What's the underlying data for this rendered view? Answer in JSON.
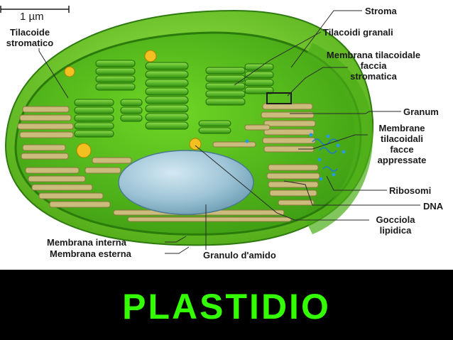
{
  "title": "PLASTIDIO",
  "colors": {
    "banner_bg": "#000000",
    "title_text": "#33ff00",
    "outer_membrane": "#7ed321",
    "stroma": "#5cc21a",
    "thylakoid": "#3da818",
    "lamella": "#c8b878",
    "starch": "#9ec4d6",
    "lipid_droplet": "#f2c020",
    "dna_ribosome": "#1a7ad0"
  },
  "scale_bar": "1 µm",
  "labels": {
    "tilacoide_stromatico": "Tilacoide stromatico",
    "stroma": "Stroma",
    "tilacoidi_granali": "Tilacoidi granali",
    "membrana_tilacoidale": "Membrana tilacoidale faccia stromatica",
    "granum": "Granum",
    "membrane_tilacoidali": "Membrane tilacoidali facce appressate",
    "ribosomi": "Ribosomi",
    "dna": "DNA",
    "gocciola_lipidica": "Gocciola lipidica",
    "membrana_interna": "Membrana interna",
    "membrana_esterna": "Membrana esterna",
    "granulo_amido": "Granulo d'amido"
  },
  "label_lines": {
    "tilacoide_1": "Tilacoide",
    "tilacoide_2": "stromatico",
    "membrana_til_1": "Membrana tilacoidale",
    "membrana_til_2": "faccia",
    "membrana_til_3": "stromatica",
    "membrane_1": "Membrane",
    "membrane_2": "tilacoidali",
    "membrane_3": "facce",
    "membrane_4": "appressate",
    "gocciola_1": "Gocciola",
    "gocciola_2": "lipidica"
  }
}
